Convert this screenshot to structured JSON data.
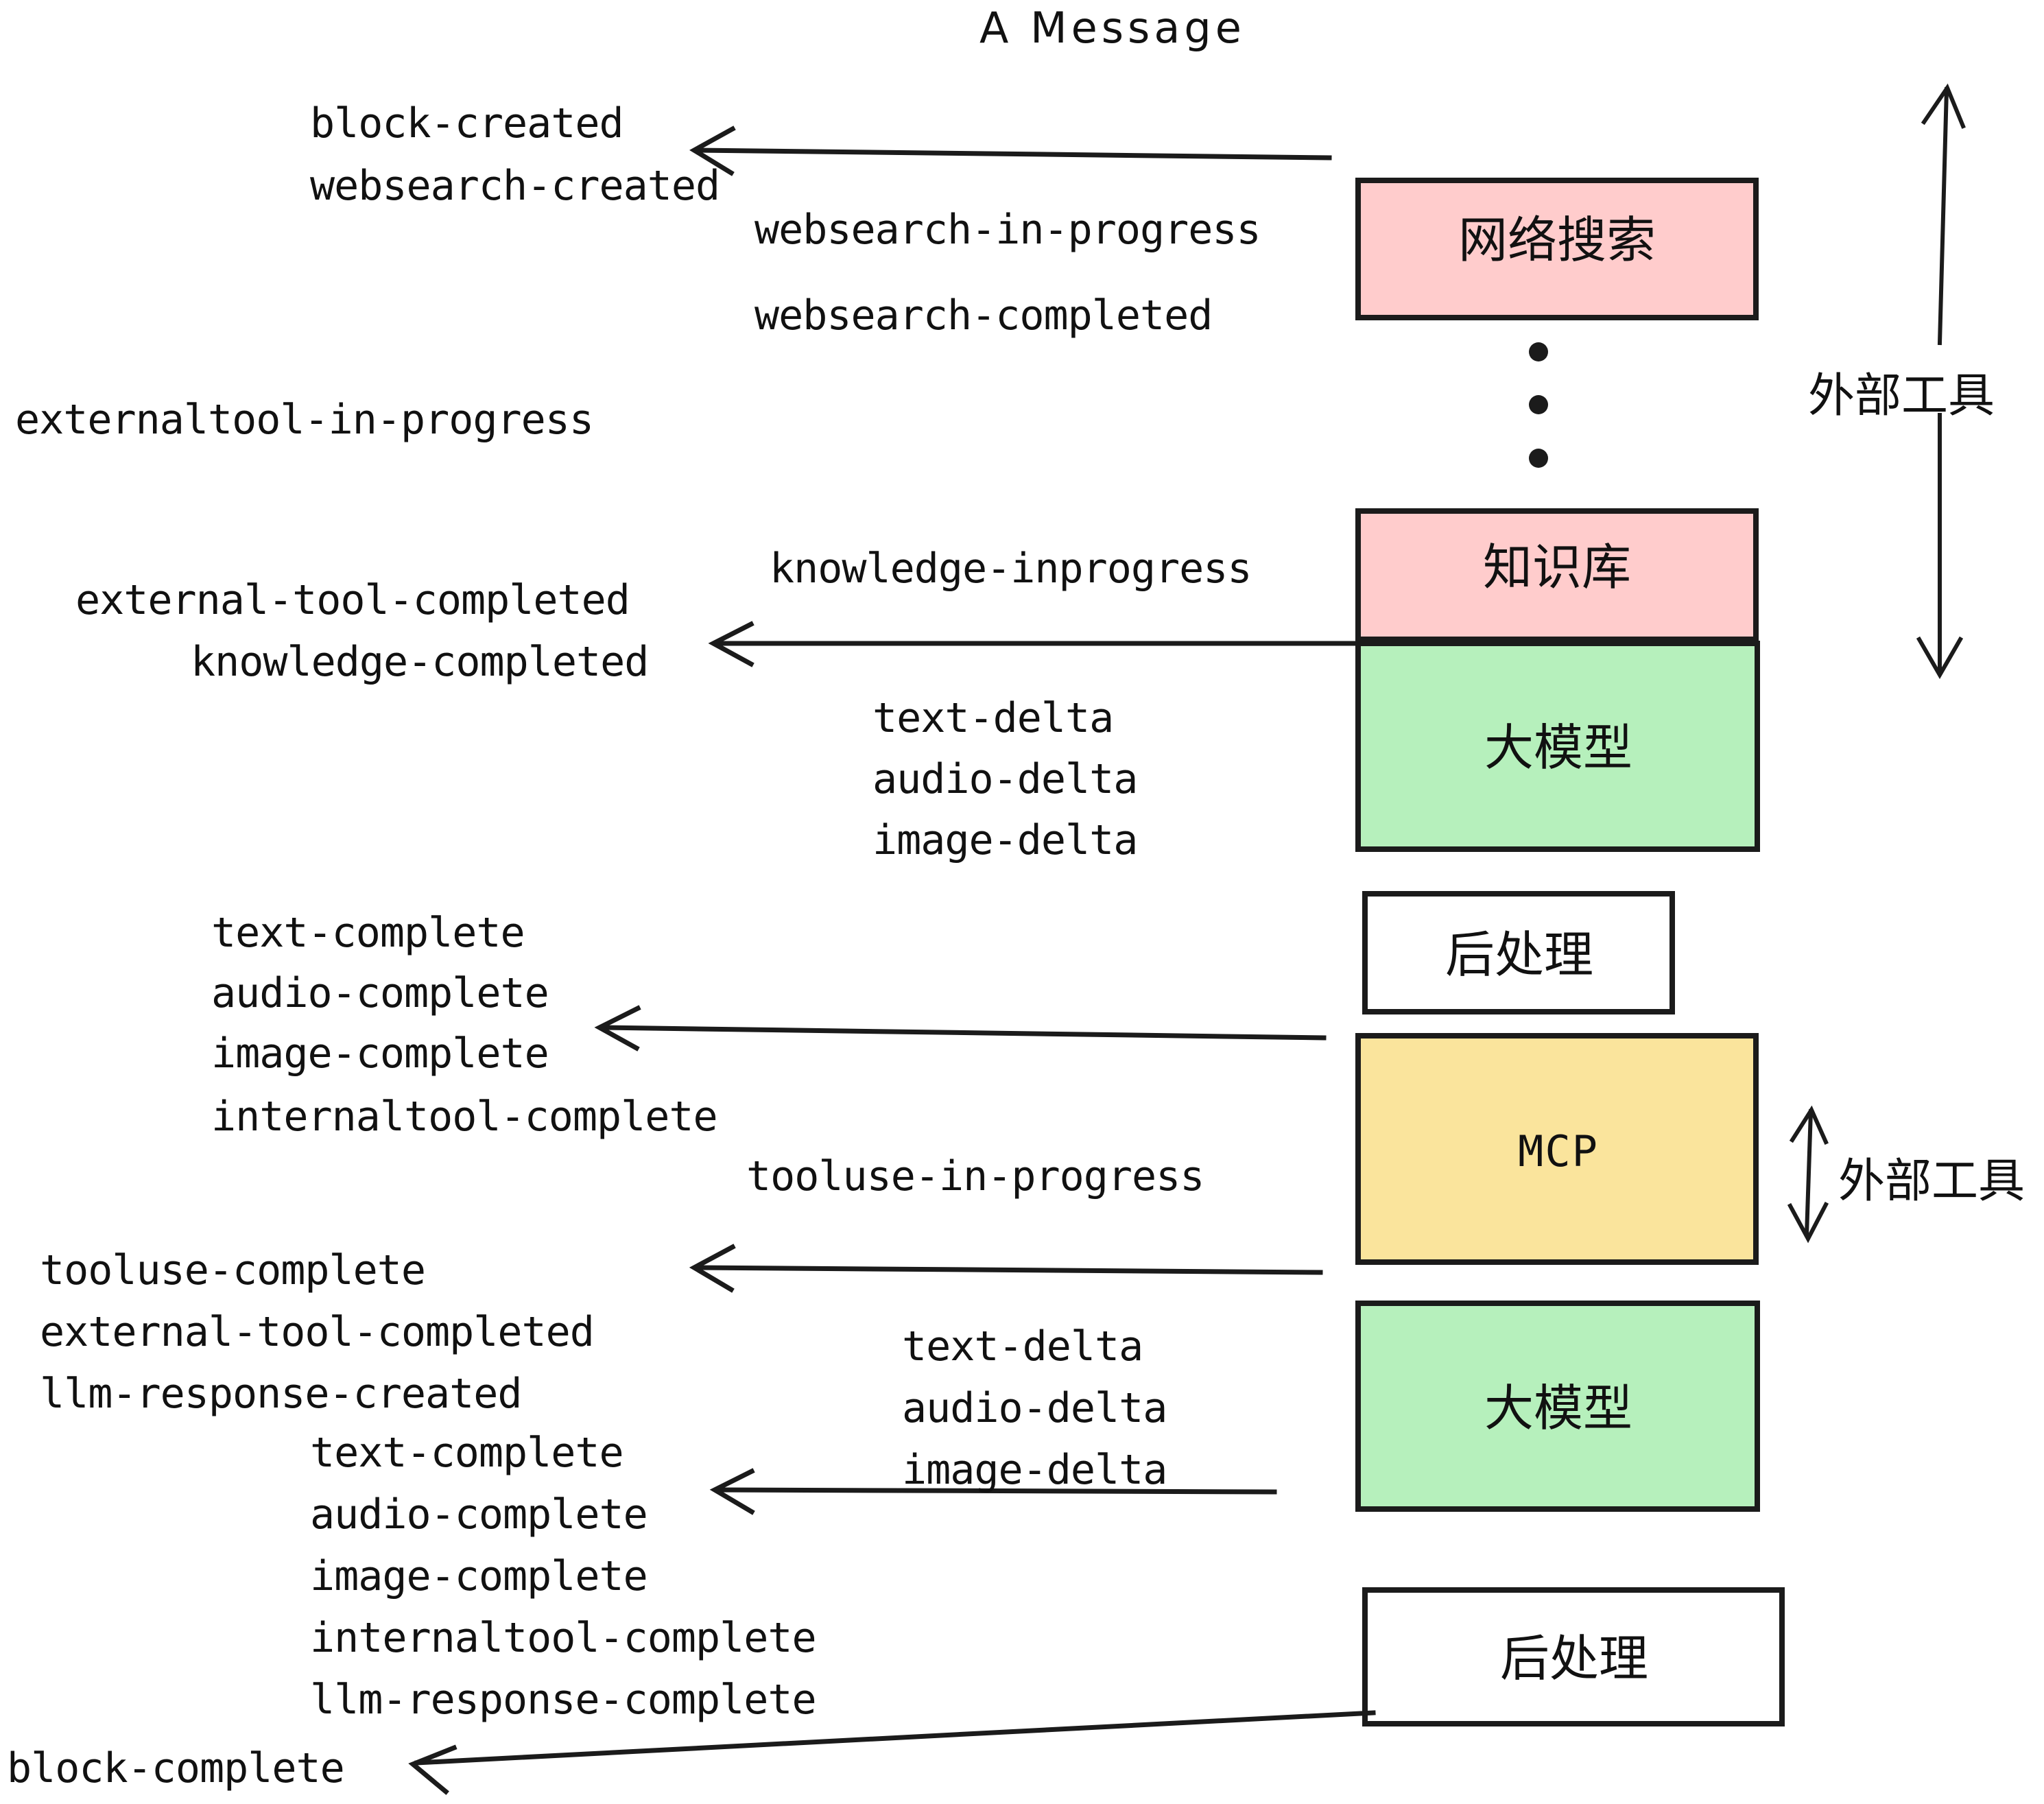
{
  "title": "A Message",
  "colors": {
    "pink": "#FFCCCC",
    "green": "#B6F0BC",
    "yellow": "#FAE49C",
    "white": "#FFFFFF",
    "stroke": "#1B1B1B",
    "text": "#111111"
  },
  "boxes": [
    {
      "id": "websearch",
      "label": "网络搜索",
      "fill": "#FFCCCC",
      "font": "cjk"
    },
    {
      "id": "knowledge",
      "label": "知识库",
      "fill": "#FFCCCC",
      "font": "cjk"
    },
    {
      "id": "llm-top",
      "label": "大模型",
      "fill": "#B6F0BC",
      "font": "cjk"
    },
    {
      "id": "post-top",
      "label": "后处理",
      "fill": "#FFFFFF",
      "font": "cjk"
    },
    {
      "id": "mcp",
      "label": "MCP",
      "fill": "#FAE49C",
      "font": "mono"
    },
    {
      "id": "llm-bottom",
      "label": "大模型",
      "fill": "#B6F0BC",
      "font": "cjk"
    },
    {
      "id": "post-bottom",
      "label": "后处理",
      "fill": "#FFFFFF",
      "font": "cjk"
    }
  ],
  "side_labels": [
    {
      "id": "external-tools-top",
      "label": "外部工具"
    },
    {
      "id": "external-tools-bottom",
      "label": "外部工具"
    }
  ],
  "events": [
    {
      "id": "block-created",
      "text": "block-created"
    },
    {
      "id": "websearch-created",
      "text": "websearch-created"
    },
    {
      "id": "websearch-in-progress",
      "text": "websearch-in-progress"
    },
    {
      "id": "websearch-completed",
      "text": "websearch-completed"
    },
    {
      "id": "externaltool-in-progress",
      "text": "externaltool-in-progress"
    },
    {
      "id": "knowledge-inprogress",
      "text": "knowledge-inprogress"
    },
    {
      "id": "external-tool-completed-1",
      "text": "external-tool-completed"
    },
    {
      "id": "knowledge-completed",
      "text": "knowledge-completed"
    },
    {
      "id": "text-delta-1",
      "text": "text-delta"
    },
    {
      "id": "audio-delta-1",
      "text": "audio-delta"
    },
    {
      "id": "image-delta-1",
      "text": "image-delta"
    },
    {
      "id": "text-complete-1",
      "text": "text-complete"
    },
    {
      "id": "audio-complete-1",
      "text": "audio-complete"
    },
    {
      "id": "image-complete-1",
      "text": "image-complete"
    },
    {
      "id": "internaltool-complete-1",
      "text": "internaltool-complete"
    },
    {
      "id": "tooluse-in-progress",
      "text": "tooluse-in-progress"
    },
    {
      "id": "tooluse-complete",
      "text": "tooluse-complete"
    },
    {
      "id": "external-tool-completed-2",
      "text": "external-tool-completed"
    },
    {
      "id": "llm-response-created",
      "text": "llm-response-created"
    },
    {
      "id": "text-delta-2",
      "text": "text-delta"
    },
    {
      "id": "audio-delta-2",
      "text": "audio-delta"
    },
    {
      "id": "image-delta-2",
      "text": "image-delta"
    },
    {
      "id": "text-complete-2",
      "text": "text-complete"
    },
    {
      "id": "audio-complete-2",
      "text": "audio-complete"
    },
    {
      "id": "image-complete-2",
      "text": "image-complete"
    },
    {
      "id": "internaltool-complete-2",
      "text": "internaltool-complete"
    },
    {
      "id": "llm-response-complete",
      "text": "llm-response-complete"
    },
    {
      "id": "block-complete",
      "text": "block-complete"
    }
  ]
}
